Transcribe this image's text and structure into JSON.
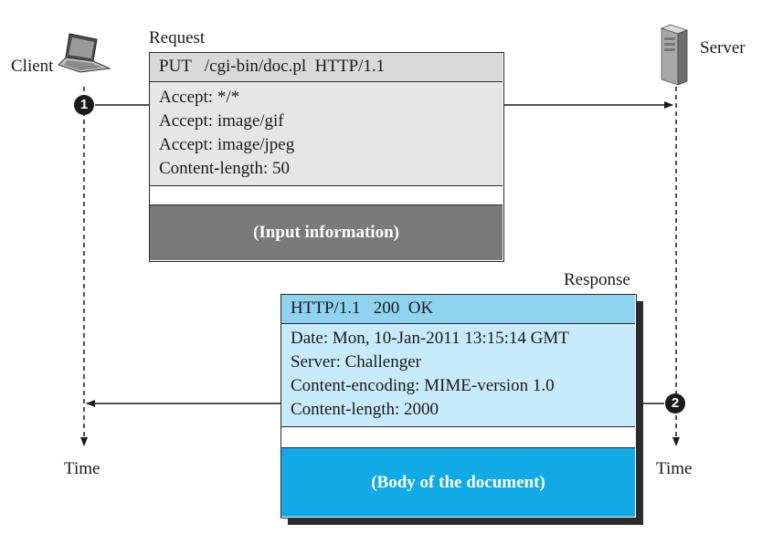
{
  "client": {
    "label": "Client",
    "time_label": "Time"
  },
  "server": {
    "label": "Server",
    "time_label": "Time"
  },
  "request": {
    "title": "Request",
    "request_line": "PUT   /cgi-bin/doc.pl  HTTP/1.1",
    "headers": [
      "Accept: */*",
      "Accept: image/gif",
      "Accept: image/jpeg",
      "Content-length: 50"
    ],
    "body": "(Input information)",
    "step": "1"
  },
  "response": {
    "title": "Response",
    "status_line": "HTTP/1.1   200  OK",
    "headers": [
      "Date: Mon, 10-Jan-2011 13:15:14 GMT",
      "Server: Challenger",
      "Content-encoding: MIME-version 1.0",
      "Content-length: 2000"
    ],
    "body": "(Body of the document)",
    "step": "2"
  },
  "colors": {
    "request_header_bg": "#d9d9d9",
    "request_body_bg": "#7a7a7a",
    "response_header_bg": "#8fd3f1",
    "response_lines_bg": "#c8ebfb",
    "response_body_bg": "#11a9e6"
  },
  "icons": {
    "client": "laptop-icon",
    "server": "server-tower-icon"
  }
}
